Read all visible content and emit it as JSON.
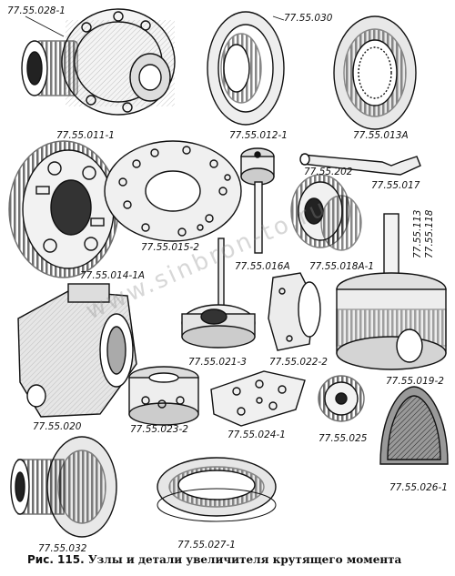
{
  "figure": {
    "caption_number": "Рис. 115.",
    "caption_text": "Узлы и детали увеличителя крутящего момента",
    "watermark": "www.sinbron-to.ru"
  },
  "parts": [
    {
      "id": "p028",
      "label": "77.55.028-1"
    },
    {
      "id": "p011",
      "label": "77.55.011-1"
    },
    {
      "id": "p030",
      "label": "77.55.030"
    },
    {
      "id": "p012",
      "label": "77.55.012-1"
    },
    {
      "id": "p013",
      "label": "77.55.013А"
    },
    {
      "id": "p015",
      "label": "77.55.015-2"
    },
    {
      "id": "p202",
      "label": "77.55.202"
    },
    {
      "id": "p017",
      "label": "77.55.017"
    },
    {
      "id": "p014",
      "label": "77.55.014-1А"
    },
    {
      "id": "p016",
      "label": "77.55.016А"
    },
    {
      "id": "p018",
      "label": "77.55.018А-1"
    },
    {
      "id": "p013b",
      "label": "77.55.113"
    },
    {
      "id": "p118",
      "label": "77.55.118"
    },
    {
      "id": "p020",
      "label": "77.55.020"
    },
    {
      "id": "p021",
      "label": "77.55.021-3"
    },
    {
      "id": "p022",
      "label": "77.55.022-2"
    },
    {
      "id": "p019",
      "label": "77.55.019-2"
    },
    {
      "id": "p023",
      "label": "77.55.023-2"
    },
    {
      "id": "p024",
      "label": "77.55.024-1"
    },
    {
      "id": "p025",
      "label": "77.55.025"
    },
    {
      "id": "p026",
      "label": "77.55.026-1"
    },
    {
      "id": "p032",
      "label": "77.55.032"
    },
    {
      "id": "p027",
      "label": "77.55.027-1"
    }
  ]
}
